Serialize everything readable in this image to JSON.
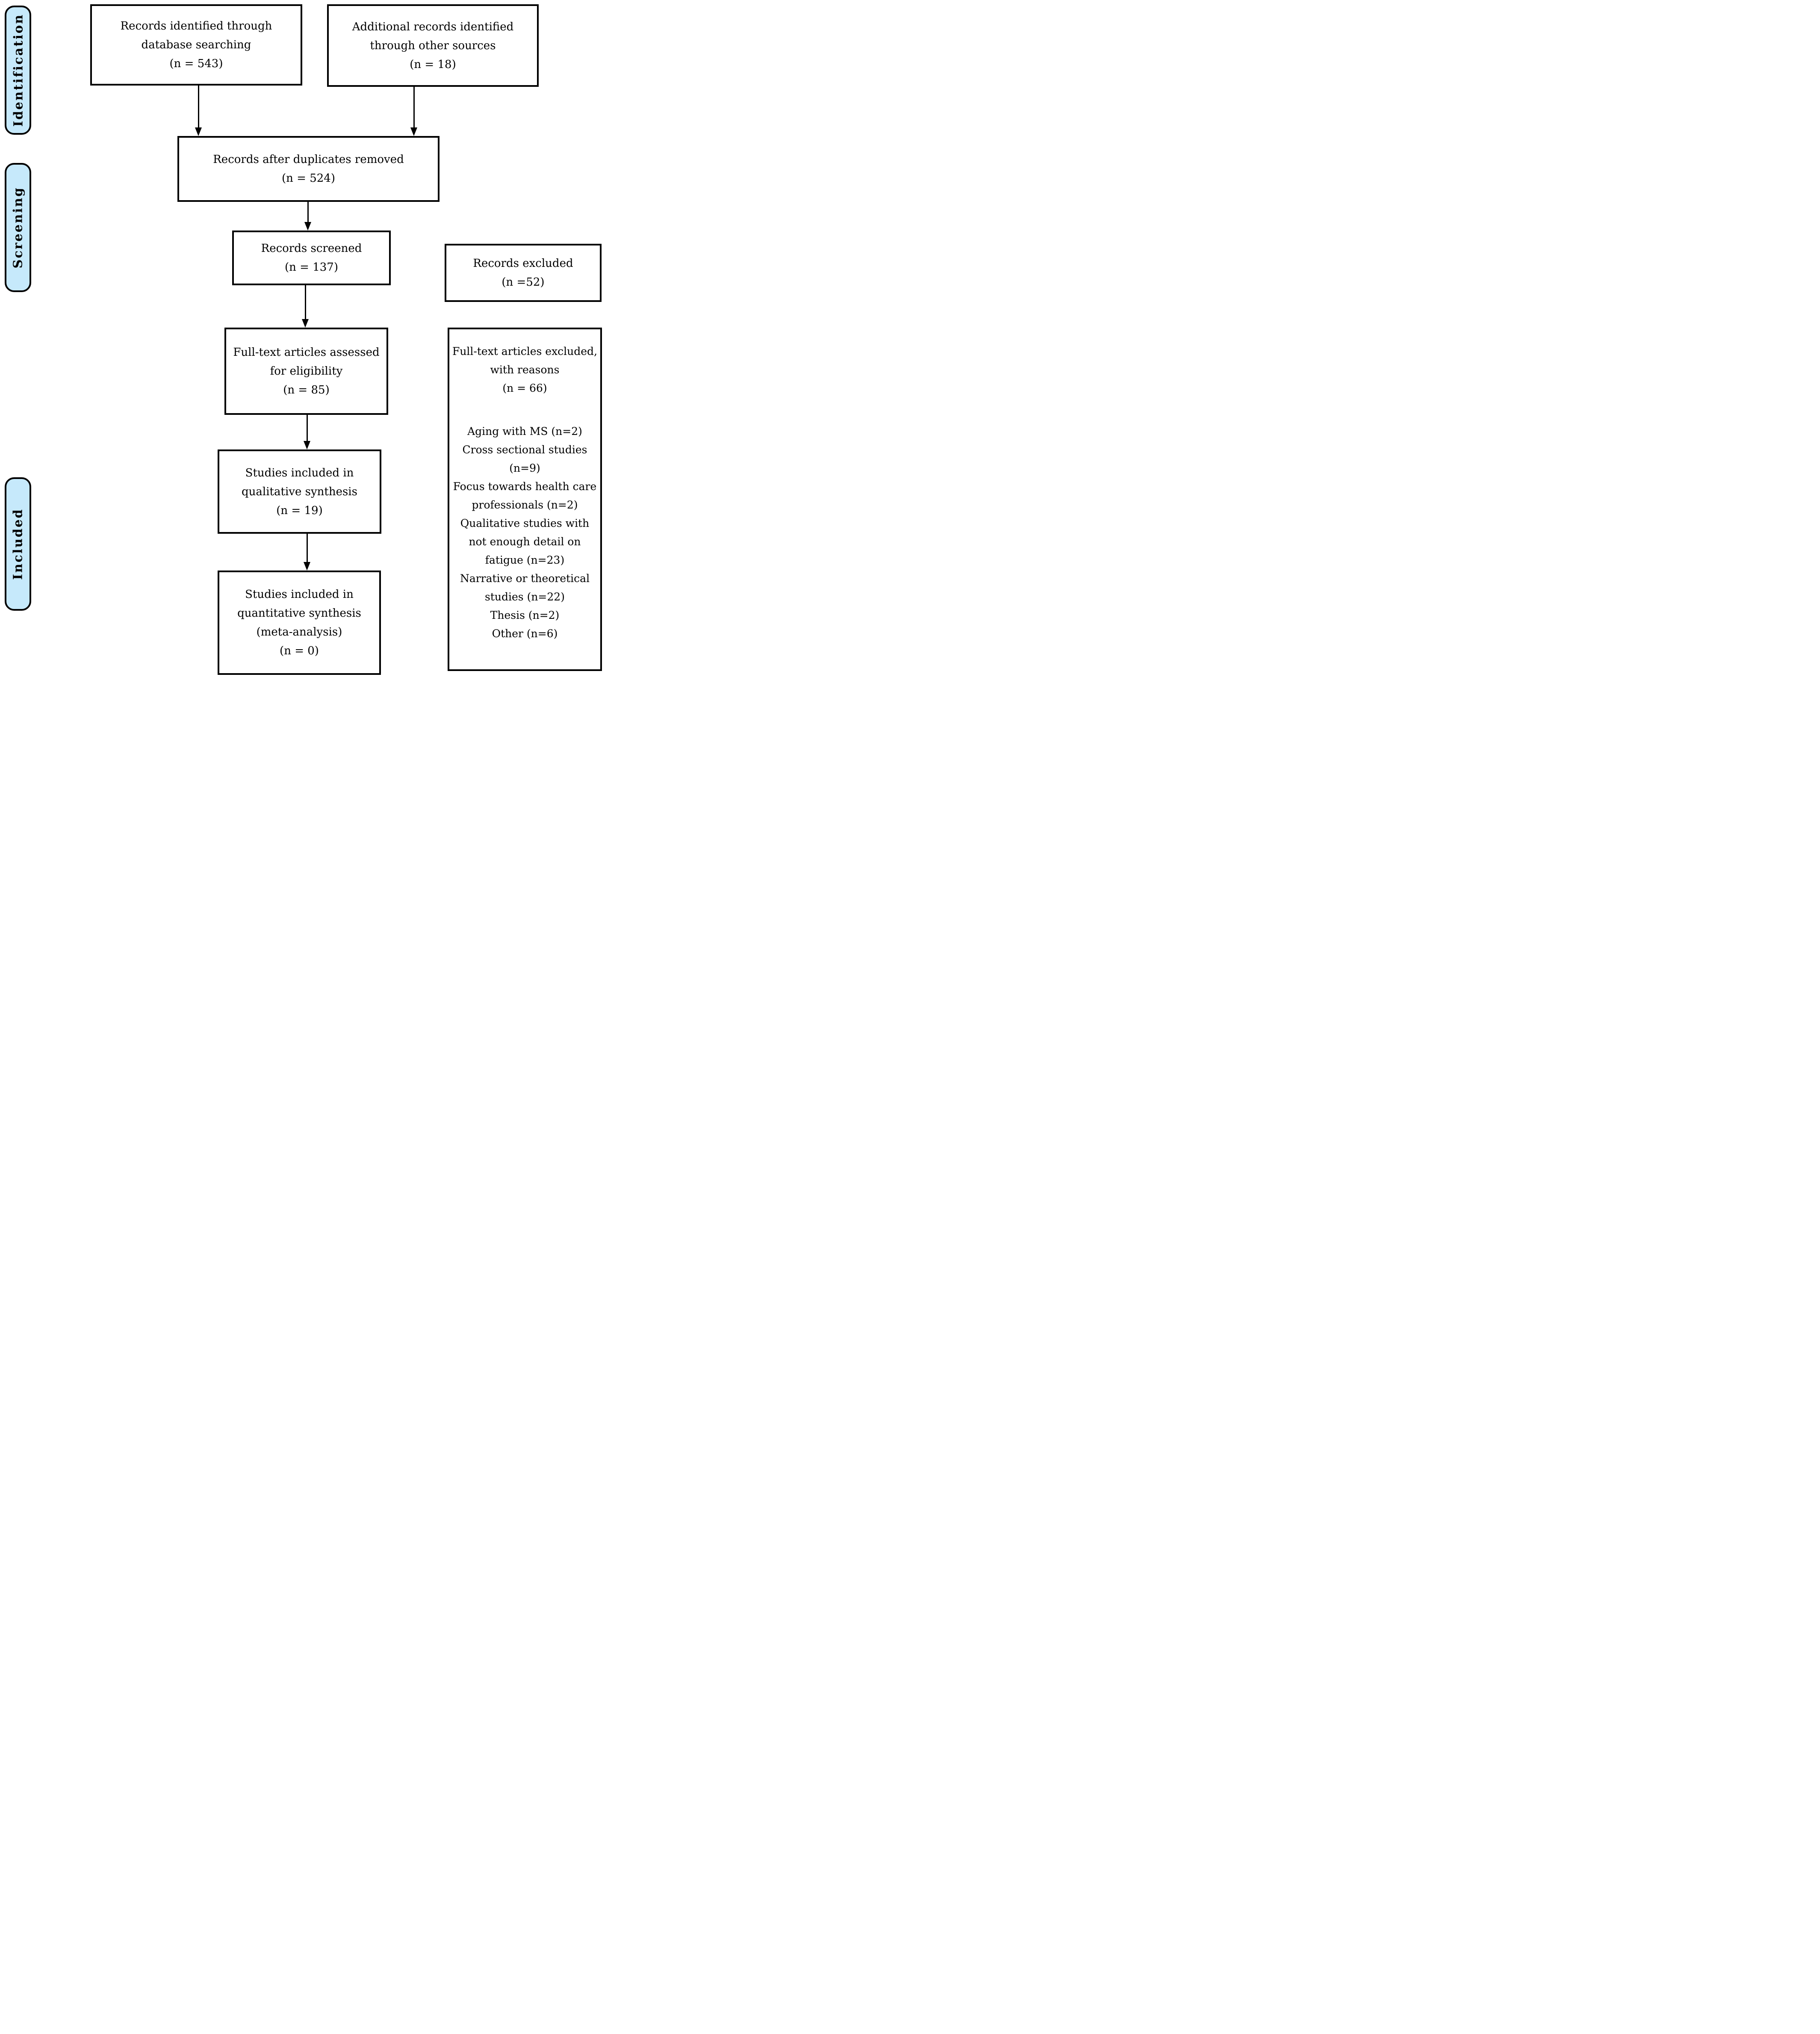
{
  "diagram": {
    "stages": [
      {
        "label": "Identification"
      },
      {
        "label": "Screening"
      },
      {
        "label": "Included"
      }
    ],
    "boxes": {
      "identified": {
        "lines": [
          "Records identified through",
          "database searching",
          "(n = 543)"
        ]
      },
      "additional": {
        "lines": [
          "Additional records identified",
          "through other sources",
          "(n = 18)"
        ]
      },
      "dedup": {
        "lines": [
          "Records after duplicates removed",
          "(n = 524)"
        ]
      },
      "screened": {
        "lines": [
          "Records screened",
          "(n = 137)"
        ]
      },
      "records_excluded": {
        "lines": [
          "Records excluded",
          "(n =52)"
        ]
      },
      "fulltext_assessed": {
        "lines": [
          "Full-text articles assessed",
          "for eligibility",
          "(n = 85)"
        ]
      },
      "fulltext_excluded": {
        "header_lines": [
          "Full-text articles excluded,",
          "with reasons",
          "(n = 66)"
        ],
        "reason_lines": [
          "Aging with MS (n=2)",
          "Cross sectional studies",
          "(n=9)",
          "Focus towards health care",
          "professionals (n=2)",
          "Qualitative studies with",
          "not enough detail on",
          "fatigue (n=23)",
          "Narrative or theoretical",
          "studies (n=22)",
          "Thesis (n=2)",
          "Other (n=6)"
        ]
      },
      "qualitative": {
        "lines": [
          "Studies included in",
          "qualitative synthesis",
          "(n = 19)"
        ]
      },
      "quantitative": {
        "lines": [
          "Studies included in",
          "quantitative synthesis",
          "(meta-analysis)",
          "(n = 0)"
        ]
      }
    },
    "colors": {
      "stage_fill": "#c6e9fb",
      "stage_border": "#000000",
      "box_fill": "#ffffff",
      "box_border": "#000000",
      "arrow": "#000000",
      "background": "#ffffff",
      "text": "#000000"
    }
  }
}
